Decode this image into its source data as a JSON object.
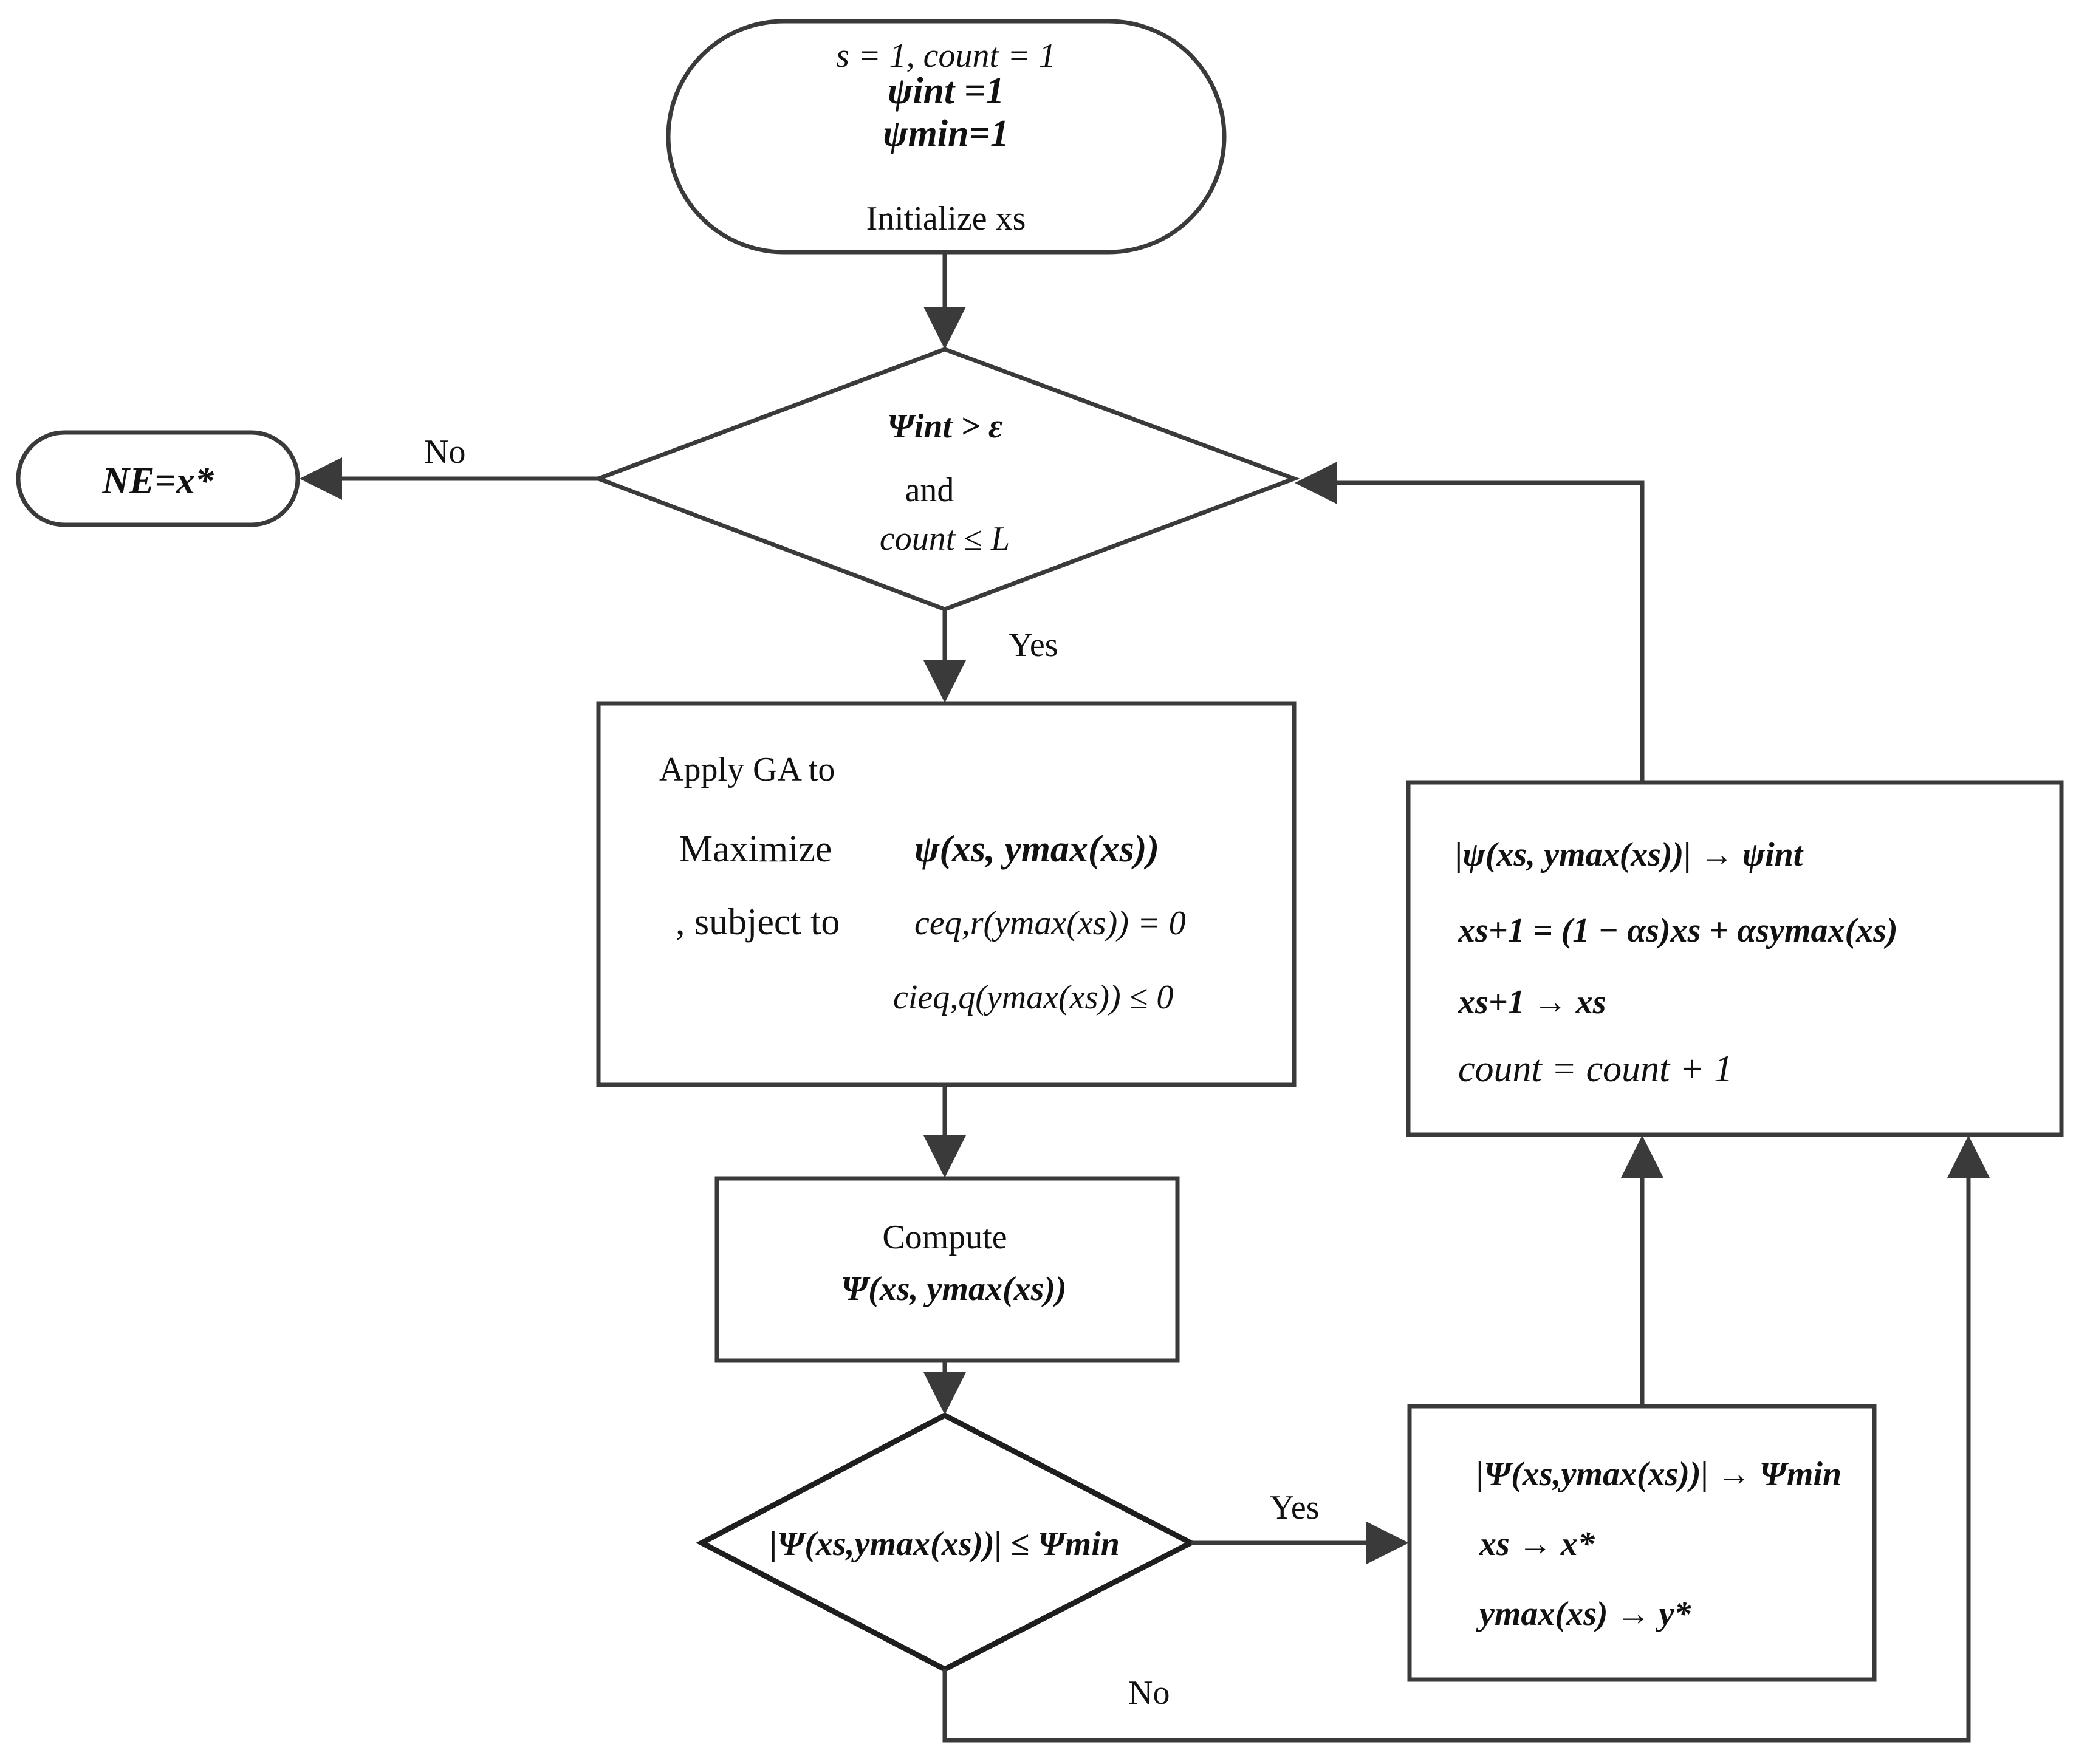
{
  "start": {
    "line1": "s = 1, count = 1",
    "line2": "ψint =1",
    "line3": "ψmin=1",
    "line4": "Initialize xs"
  },
  "end": {
    "label": "NE=x*"
  },
  "decision1": {
    "line1": "Ψint > ε",
    "line2": "and",
    "line3": "count ≤ L"
  },
  "ga_box": {
    "line1": "Apply GA to",
    "maximize_label": "Maximize",
    "objective": "ψ(xs, ymax(xs))",
    "subject_label": ", subject to",
    "constraint1": "ceq,r(ymax(xs)) = 0",
    "constraint2": "cieq,q(ymax(xs)) ≤ 0"
  },
  "compute_box": {
    "line1": "Compute",
    "line2": "Ψ(xs, ymax(xs))"
  },
  "decision2": {
    "condition": "|Ψ(xs,ymax(xs))| ≤ Ψmin"
  },
  "update_best_box": {
    "line1": "|Ψ(xs,ymax(xs))| → Ψmin",
    "line2": "xs → x*",
    "line3": "ymax(xs) → y*"
  },
  "update_iter_box": {
    "line1": "|ψ(xs, ymax(xs))| → ψint",
    "line2": "xs+1 = (1 − αs)xs + αsymax(xs)",
    "line3": "xs+1 → xs",
    "line4": "count = count + 1"
  },
  "edges": {
    "no": "No",
    "yes": "Yes"
  }
}
